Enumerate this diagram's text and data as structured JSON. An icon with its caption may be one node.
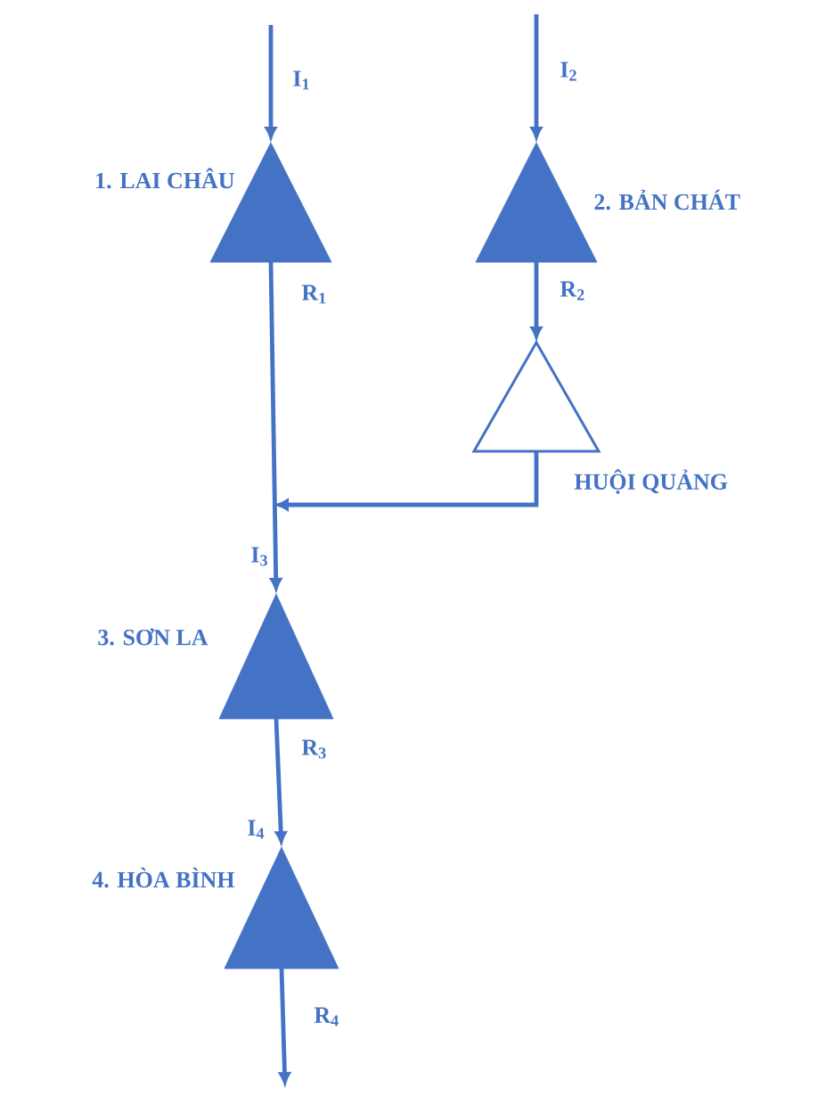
{
  "diagram": {
    "nodes": [
      {
        "text": [
          "1. LAI CHÂU"
        ]
      },
      {
        "text": [
          "2. BẢN CHÁT"
        ]
      },
      {
        "text": [
          "HUỘI QUẢNG"
        ]
      },
      {
        "text": [
          "3. SƠN LA"
        ]
      },
      {
        "text": [
          "4. HÒA BÌNH"
        ]
      }
    ],
    "edges": [
      {
        "from": null,
        "to": 0,
        "arrow": "to",
        "label": "I$_{1}$"
      },
      {
        "from": null,
        "to": 1,
        "arrow": "to",
        "label": "I$_{2}$"
      },
      {
        "from": 1,
        "to": 2,
        "arrow": "to",
        "label": "R$_{2}$"
      },
      {
        "from": 0,
        "to": 3,
        "arrow": "to",
        "label": "R$_{1}$"
      },
      {
        "from": 2,
        "to": 3,
        "arrow": "to"
      },
      {
        "from": 3,
        "to": 4,
        "arrow": "to",
        "label": "R$_{3}$"
      },
      {
        "from": 4,
        "to": null,
        "arrow": "to",
        "label": "R$_{4}$"
      }
    ],
    "labels": [
      "I$_{3}$",
      "I$_{4}$"
    ]
  }
}
